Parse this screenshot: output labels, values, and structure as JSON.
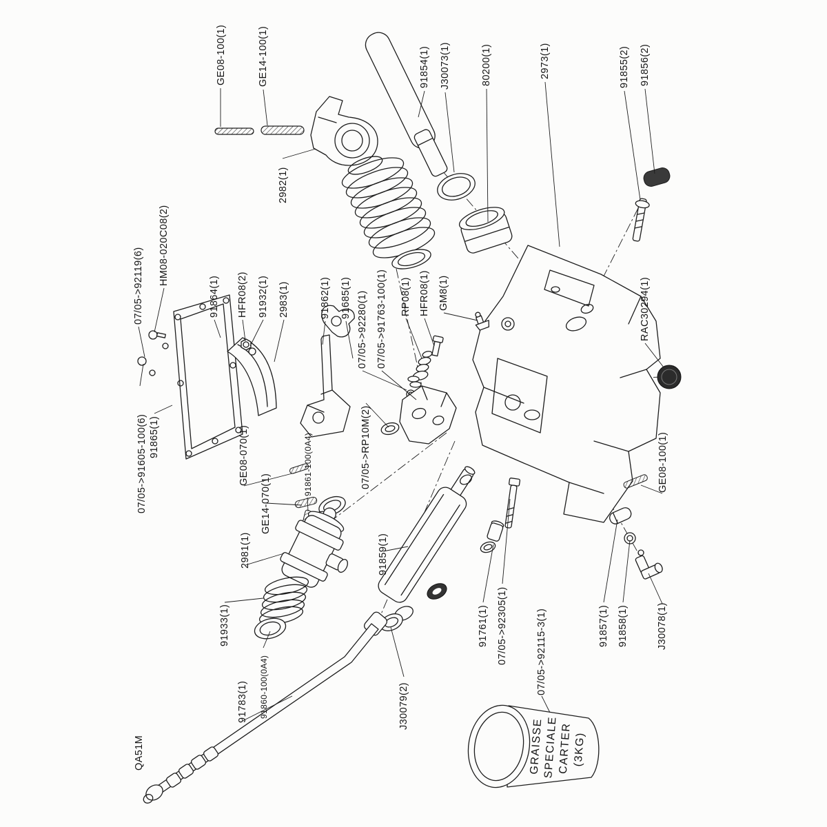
{
  "title": "QA51M",
  "grease_can": {
    "line1": "GRAISSE",
    "line2": "SPECIALE",
    "line3": "CARTER",
    "line4": "(3KG)"
  },
  "labels": {
    "ge08_100_top": "GE08-100(1)",
    "ge14_100": "GE14-100(1)",
    "p91854": "91854(1)",
    "j30073": "J30073(1)",
    "p80200": "80200(1)",
    "p2973": "2973(1)",
    "p91855": "91855(2)",
    "p91856": "91856(2)",
    "p2982": "2982(1)",
    "hm08_020c08": "HM08-020C08(2)",
    "s92119": "07/05->92119(6)",
    "p91864": "91864(1)",
    "hfr08_2": "HFR08(2)",
    "p91932": "91932(1)",
    "p2983": "2983(1)",
    "p91862": "91862(1)",
    "p91685": "91685(1)",
    "s92280": "07/05->92280(1)",
    "s91763_100": "07/05->91763-100(1)",
    "rp08": "RP08(1)",
    "hfr08_1": "HFR08(1)",
    "gm8": "GM8(1)",
    "rac30294": "RAC30294(1)",
    "s91605_100": "07/05->91605-100(6)",
    "p91865": "91865(1)",
    "ge08_070": "GE08-070(1)",
    "ge14_070": "GE14-070(1)",
    "p91861_100": "91861-100(0A4)",
    "rp10m": "07/05->RP10M(2)",
    "ge08_100_right": "GE08-100(1)",
    "p2981": "2981(1)",
    "p91859": "91859(1)",
    "p91933": "91933(1)",
    "p91783": "91783(1)",
    "p91860_100": "91860-100(0A4)",
    "j30079": "J30079(2)",
    "p91761": "91761(1)",
    "s92305": "07/05->92305(1)",
    "s92115_3": "07/05->92115-3(1)",
    "p91857": "91857(1)",
    "p91858": "91858(1)",
    "j30078": "J30078(1)"
  }
}
